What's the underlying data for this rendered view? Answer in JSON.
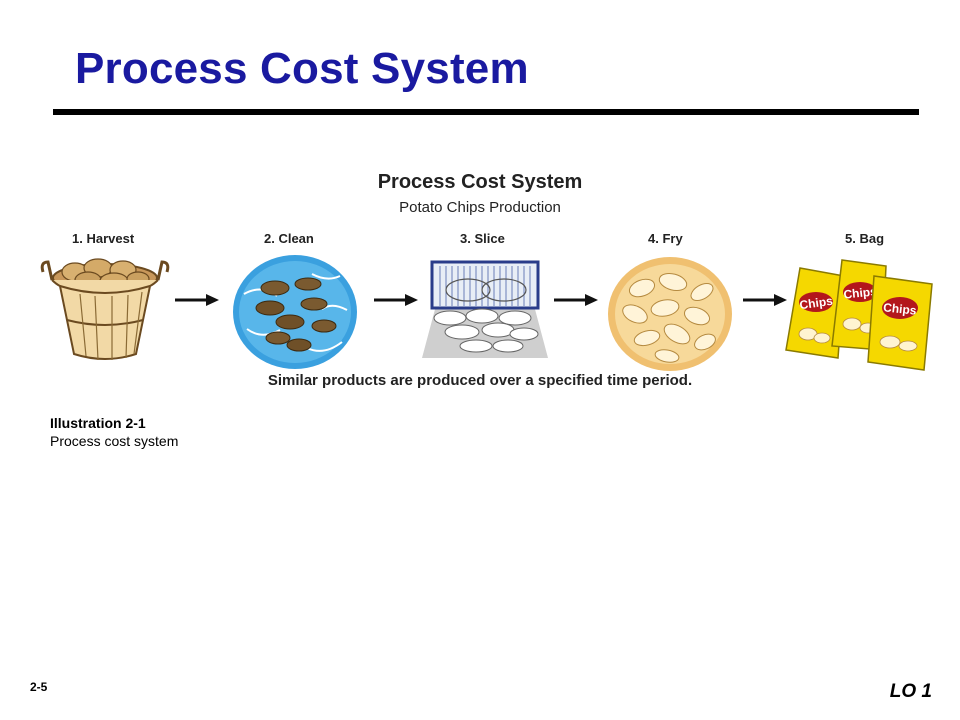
{
  "slide": {
    "title": "Process Cost System",
    "page_number": "2-5",
    "learning_objective": "LO 1"
  },
  "figure": {
    "title": "Process Cost System",
    "subtitle": "Potato Chips Production",
    "steps": [
      {
        "label": "1. Harvest",
        "icon": "basket-of-potatoes-icon"
      },
      {
        "label": "2. Clean",
        "icon": "washing-potatoes-icon"
      },
      {
        "label": "3. Slice",
        "icon": "slicer-icon"
      },
      {
        "label": "4. Fry",
        "icon": "fried-chips-icon"
      },
      {
        "label": "5. Bag",
        "icon": "chip-bags-icon"
      }
    ],
    "caption": "Similar products are produced over a specified time period.",
    "bag_text": "Chips",
    "colors": {
      "title": "#1a1aa0",
      "water": "#3aa0df",
      "fry": "#f0c070",
      "bag": "#f5d800"
    }
  },
  "illustration": {
    "label": "Illustration 2-1",
    "caption": "Process cost system"
  }
}
